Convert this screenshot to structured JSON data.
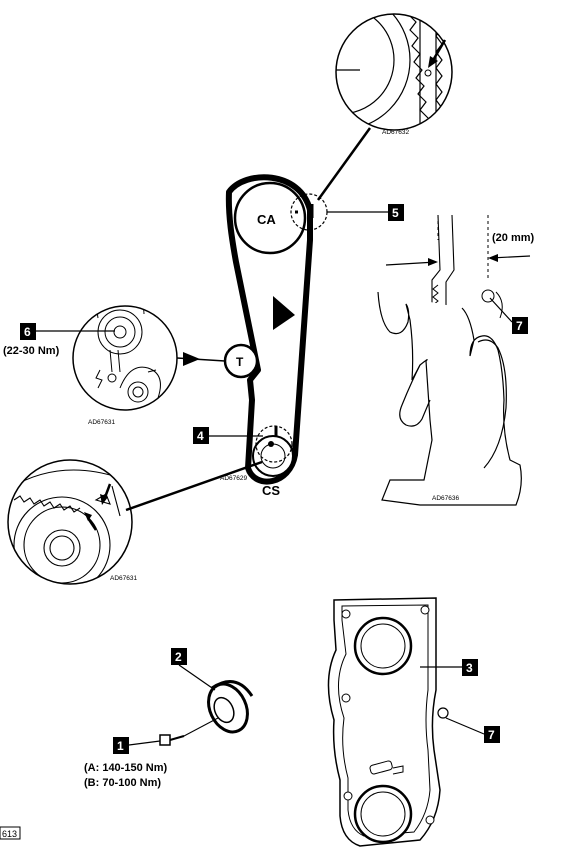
{
  "labels": {
    "camshaft": "CA",
    "tensioner": "T",
    "crankshaft": "CS",
    "gap": "(20 mm)",
    "torque_6": "(22-30 Nm)",
    "torque_a": "(A: 140-150 Nm)",
    "torque_b": "(B: 70-100 Nm)",
    "page_ref": "613"
  },
  "callouts": {
    "n1": "1",
    "n2": "2",
    "n3": "3",
    "n4": "4",
    "n5": "5",
    "n6": "6",
    "n7a": "7",
    "n7b": "7"
  },
  "figure_codes": {
    "top_detail": "AD67632",
    "tensioner_detail": "AD67631",
    "belt_route": "AD67629",
    "crank_detail": "AD67631",
    "deflection": "AD67636"
  }
}
